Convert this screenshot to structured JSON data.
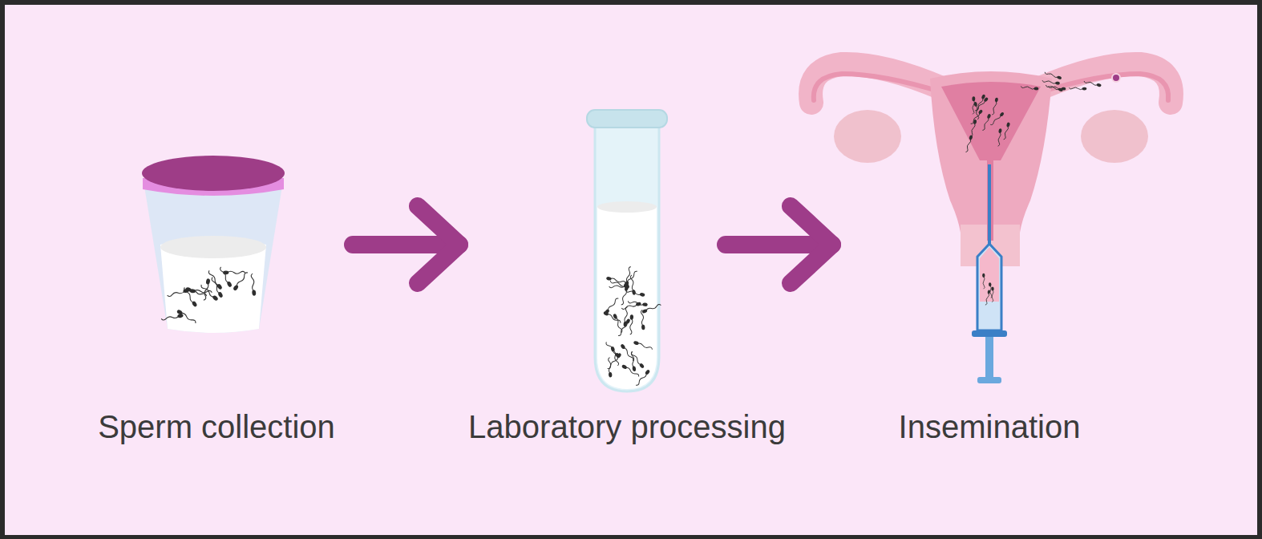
{
  "diagram": {
    "nodes": [
      {
        "text": [
          "Sperm collection"
        ]
      },
      {
        "text": [
          "Laboratory processing"
        ]
      },
      {
        "text": [
          "Insemination"
        ]
      }
    ],
    "edges": [
      {
        "from": 0,
        "to": 1,
        "arrow": "to"
      },
      {
        "from": 1,
        "to": 2,
        "arrow": "to"
      }
    ]
  }
}
